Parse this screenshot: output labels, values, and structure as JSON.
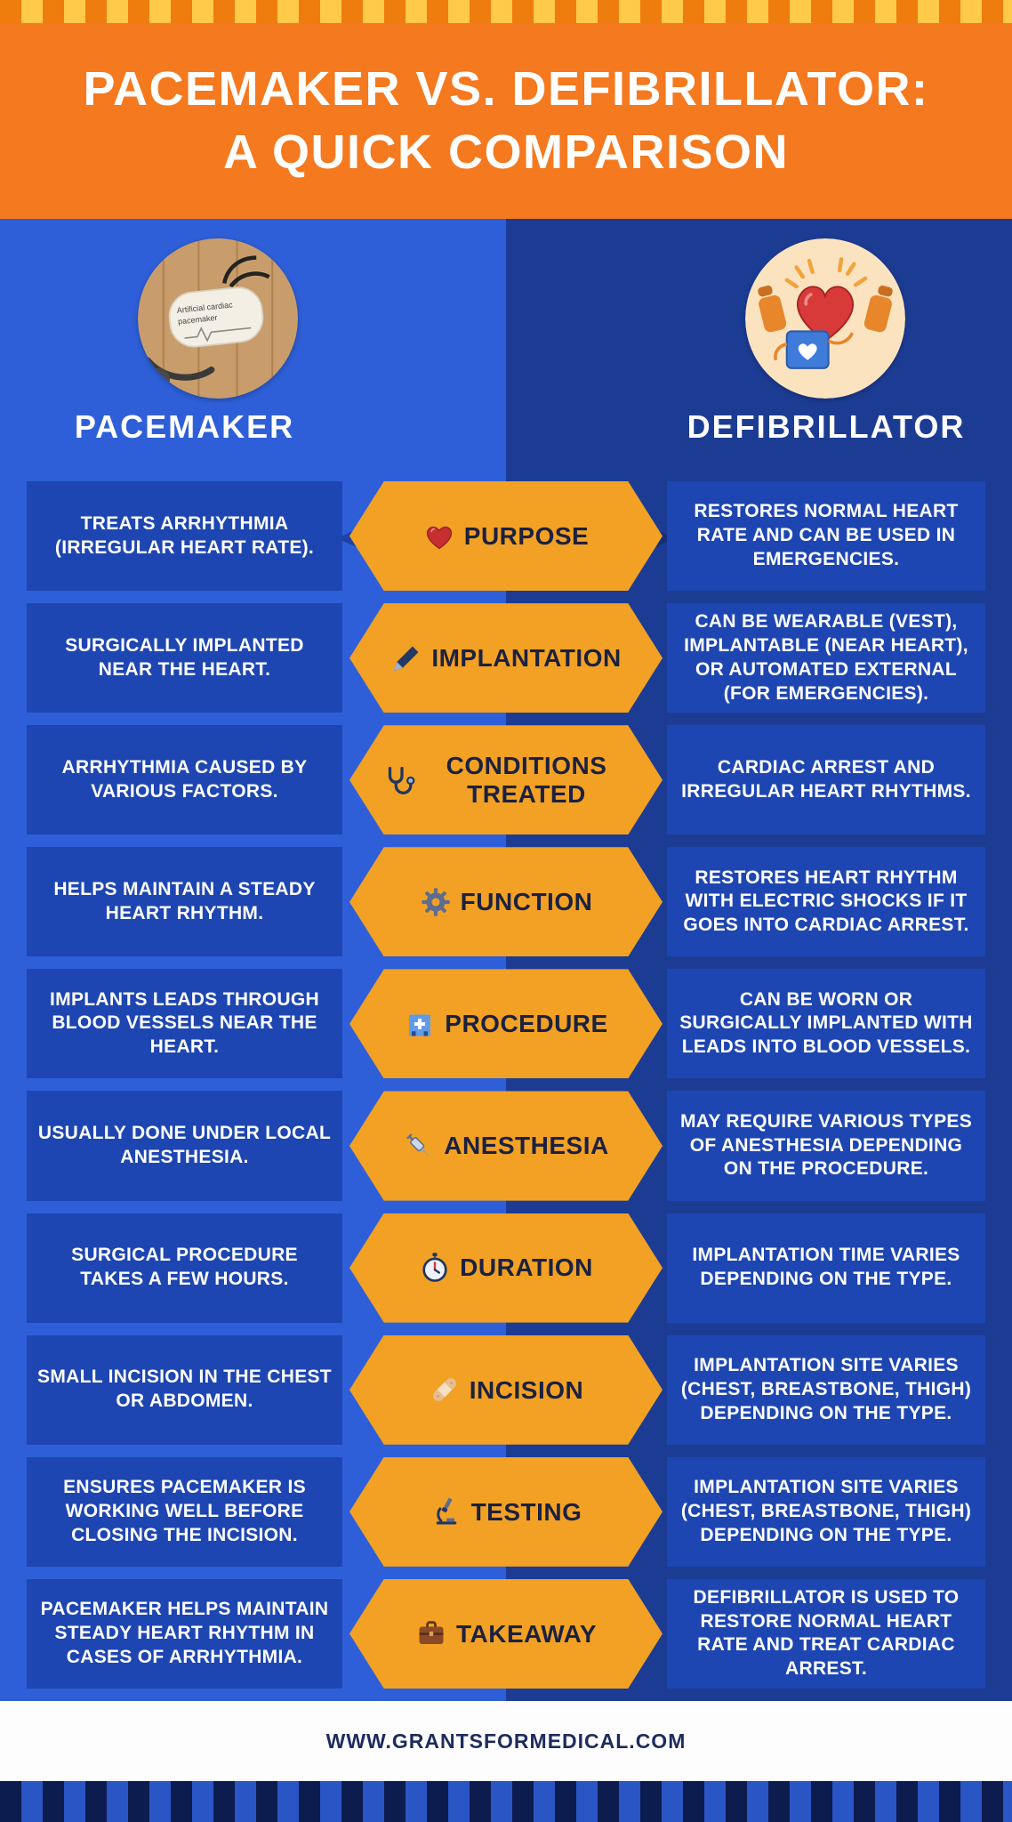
{
  "header": {
    "title_line1": "PACEMAKER VS. DEFIBRILLATOR:",
    "title_line2": "A QUICK COMPARISON"
  },
  "columns": {
    "left": "PACEMAKER",
    "right": "DEFIBRILLATOR"
  },
  "images": {
    "pacemaker_caption_line1": "Artificial cardiac",
    "pacemaker_caption_line2": "pacemaker",
    "pacemaker_image": "photo of artificial cardiac pacemaker with stethoscope on wooden table",
    "defibrillator_image": "illustration of heart with defibrillator paddles and AED unit"
  },
  "rows": [
    {
      "label": "PURPOSE",
      "icon": "heart-icon",
      "left": "TREATS ARRHYTHMIA (IRREGULAR HEART RATE).",
      "right": "RESTORES NORMAL HEART RATE AND CAN BE USED IN EMERGENCIES."
    },
    {
      "label": "IMPLANTATION",
      "icon": "scalpel-icon",
      "left": "SURGICALLY IMPLANTED NEAR THE HEART.",
      "right": "CAN BE WEARABLE (VEST), IMPLANTABLE (NEAR HEART), OR AUTOMATED EXTERNAL (FOR EMERGENCIES)."
    },
    {
      "label": "CONDITIONS TREATED",
      "icon": "stethoscope-icon",
      "left": "ARRHYTHMIA CAUSED BY VARIOUS FACTORS.",
      "right": "CARDIAC ARREST AND IRREGULAR HEART RHYTHMS."
    },
    {
      "label": "FUNCTION",
      "icon": "gear-icon",
      "left": "HELPS MAINTAIN A STEADY HEART RHYTHM.",
      "right": "RESTORES HEART RHYTHM WITH ELECTRIC SHOCKS IF IT GOES INTO CARDIAC ARREST."
    },
    {
      "label": "PROCEDURE",
      "icon": "hospital-icon",
      "left": "IMPLANTS LEADS THROUGH BLOOD VESSELS NEAR THE HEART.",
      "right": "CAN BE WORN OR SURGICALLY IMPLANTED WITH LEADS INTO BLOOD VESSELS."
    },
    {
      "label": "ANESTHESIA",
      "icon": "syringe-icon",
      "left": "USUALLY DONE UNDER LOCAL ANESTHESIA.",
      "right": "MAY REQUIRE VARIOUS TYPES OF ANESTHESIA DEPENDING ON THE PROCEDURE."
    },
    {
      "label": "DURATION",
      "icon": "stopwatch-icon",
      "left": "SURGICAL PROCEDURE TAKES A FEW HOURS.",
      "right": "IMPLANTATION TIME VARIES DEPENDING ON THE TYPE."
    },
    {
      "label": "INCISION",
      "icon": "bandage-icon",
      "left": "SMALL INCISION IN THE CHEST OR ABDOMEN.",
      "right": "IMPLANTATION SITE VARIES (CHEST, BREASTBONE, THIGH) DEPENDING ON THE TYPE."
    },
    {
      "label": "TESTING",
      "icon": "microscope-icon",
      "left": "ENSURES PACEMAKER IS WORKING WELL BEFORE CLOSING THE INCISION.",
      "right": "IMPLANTATION SITE VARIES (CHEST, BREASTBONE, THIGH) DEPENDING ON THE TYPE."
    },
    {
      "label": "TAKEAWAY",
      "icon": "briefcase-icon",
      "left": "PACEMAKER HELPS MAINTAIN STEADY HEART RHYTHM IN CASES OF ARRHYTHMIA.",
      "right": "DEFIBRILLATOR IS USED TO RESTORE NORMAL HEART RATE AND TREAT CARDIAC ARREST."
    }
  ],
  "footer": {
    "website": "WWW.GRANTSFORMEDICAL.COM"
  },
  "colors": {
    "header_orange": "#f4791f",
    "badge_orange": "#f2a124",
    "left_background": "#2e5fd8",
    "right_background": "#1c3c94",
    "cell_blue": "#1e46b2",
    "badge_text": "#1b2140",
    "footer_text": "#1d2b5f",
    "stripe_orange": "#ef7d0e",
    "stripe_yellow": "#ffc94a",
    "stripe_navy": "#0d1c4f",
    "stripe_blue": "#2a55c5"
  }
}
